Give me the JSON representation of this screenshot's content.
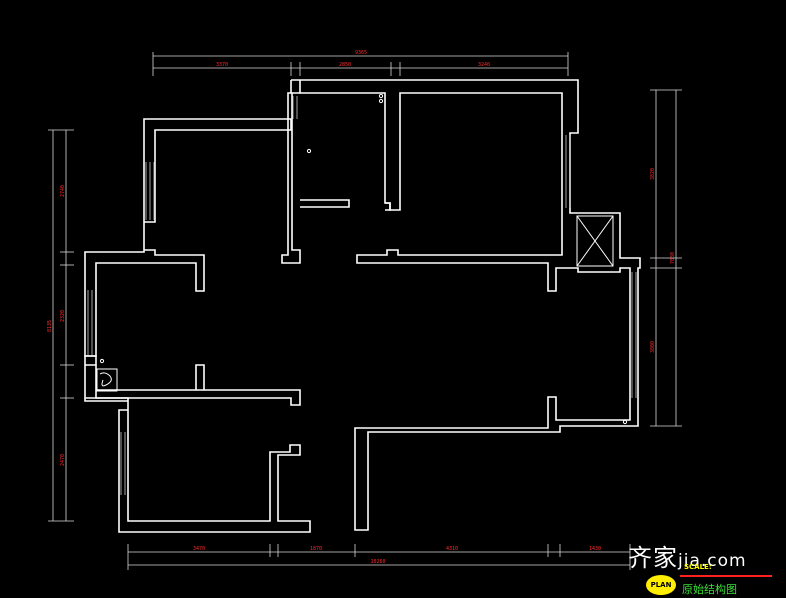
{
  "dimensions": {
    "top_total": "9365",
    "top_left": "3370",
    "top_mid": "2850",
    "top_right": "3240",
    "left_upper": "2740",
    "left_mid": "2320",
    "left_lower": "2470",
    "left_total": "8135",
    "right_upper": "3820",
    "right_lower": "3800",
    "right_total": "7030",
    "bottom_1": "3470",
    "bottom_2": "1870",
    "bottom_3": "4310",
    "bottom_4": "1430",
    "bottom_total": "10260"
  },
  "labels": {
    "drawing_title": "原始结构图",
    "scale": "SCALE:",
    "plan": "PLAN"
  },
  "watermark": {
    "brand": "齐家",
    "domain": "jia.com"
  },
  "colors": {
    "background": "#000000",
    "walls": "#ffffff",
    "dimension_text": "#ff2a2a",
    "title": "#3adf3a",
    "plan_badge": "#ffee00"
  }
}
